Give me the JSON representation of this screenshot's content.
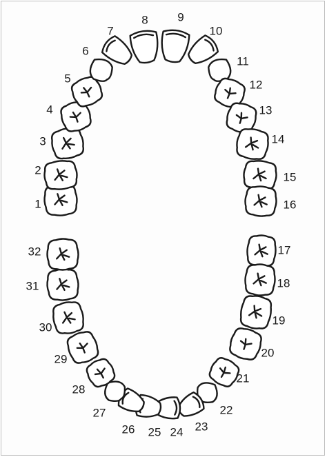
{
  "diagram": {
    "upper_arch": {
      "teeth": [
        {
          "number": "1",
          "surface": "molar"
        },
        {
          "number": "2",
          "surface": "molar"
        },
        {
          "number": "3",
          "surface": "molar"
        },
        {
          "number": "4",
          "surface": "premolar"
        },
        {
          "number": "5",
          "surface": "premolar"
        },
        {
          "number": "6",
          "surface": "canine"
        },
        {
          "number": "7",
          "surface": "incisor"
        },
        {
          "number": "8",
          "surface": "incisor"
        },
        {
          "number": "9",
          "surface": "incisor"
        },
        {
          "number": "10",
          "surface": "incisor"
        },
        {
          "number": "11",
          "surface": "canine"
        },
        {
          "number": "12",
          "surface": "premolar"
        },
        {
          "number": "13",
          "surface": "premolar"
        },
        {
          "number": "14",
          "surface": "molar"
        },
        {
          "number": "15",
          "surface": "molar"
        },
        {
          "number": "16",
          "surface": "molar"
        }
      ]
    },
    "lower_arch": {
      "teeth": [
        {
          "number": "17",
          "surface": "molar"
        },
        {
          "number": "18",
          "surface": "molar"
        },
        {
          "number": "19",
          "surface": "molar"
        },
        {
          "number": "20",
          "surface": "premolar"
        },
        {
          "number": "21",
          "surface": "premolar"
        },
        {
          "number": "22",
          "surface": "canine"
        },
        {
          "number": "23",
          "surface": "incisor"
        },
        {
          "number": "24",
          "surface": "incisor"
        },
        {
          "number": "25",
          "surface": "incisor"
        },
        {
          "number": "26",
          "surface": "incisor"
        },
        {
          "number": "27",
          "surface": "canine"
        },
        {
          "number": "28",
          "surface": "premolar"
        },
        {
          "number": "29",
          "surface": "premolar"
        },
        {
          "number": "30",
          "surface": "molar"
        },
        {
          "number": "31",
          "surface": "molar"
        },
        {
          "number": "32",
          "surface": "molar"
        }
      ]
    }
  }
}
